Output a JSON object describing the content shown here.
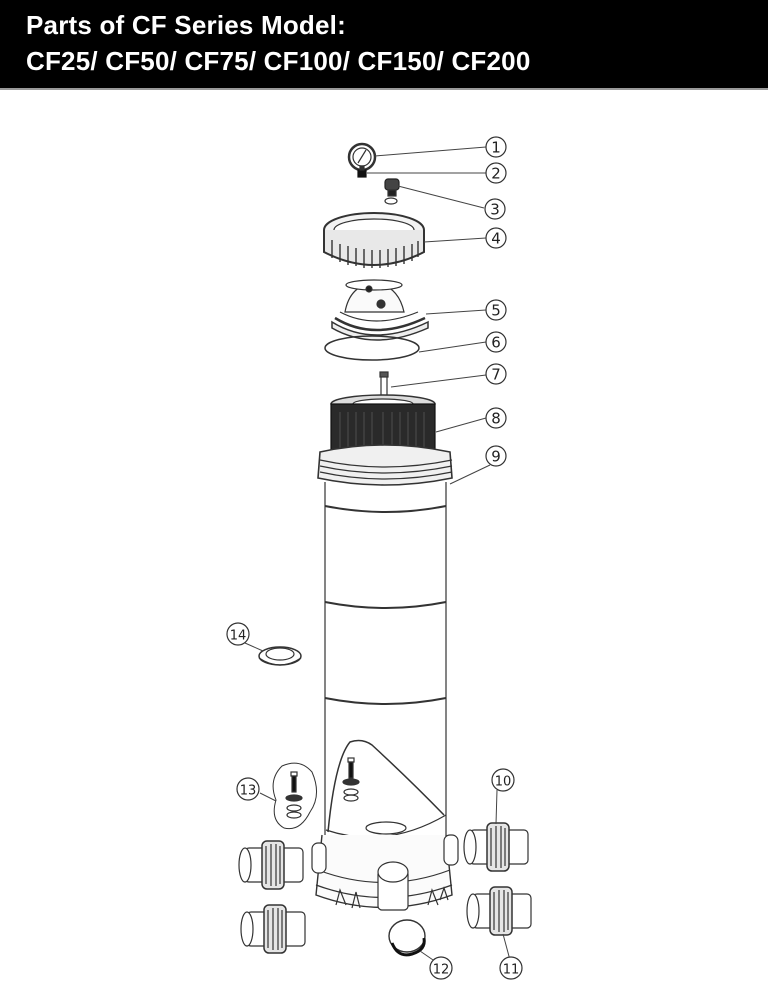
{
  "header": {
    "title_line1": "Parts of CF Series Model:",
    "title_line2": "CF25/ CF50/ CF75/ CF100/ CF150/ CF200",
    "background": "#000000",
    "text_color": "#ffffff"
  },
  "callouts": [
    {
      "id": "1",
      "label": "1",
      "part": "pressure-gauge"
    },
    {
      "id": "2",
      "label": "2",
      "part": "gauge-adapter"
    },
    {
      "id": "3",
      "label": "3",
      "part": "air-relief-valve"
    },
    {
      "id": "4",
      "label": "4",
      "part": "lock-ring"
    },
    {
      "id": "5",
      "label": "5",
      "part": "filter-lid"
    },
    {
      "id": "6",
      "label": "6",
      "part": "lid-o-ring"
    },
    {
      "id": "7",
      "label": "7",
      "part": "air-bleed-tube"
    },
    {
      "id": "8",
      "label": "8",
      "part": "filter-cartridge"
    },
    {
      "id": "9",
      "label": "9",
      "part": "filter-tank"
    },
    {
      "id": "10",
      "label": "10",
      "part": "union-connector-upper"
    },
    {
      "id": "11",
      "label": "11",
      "part": "union-connector-lower"
    },
    {
      "id": "12",
      "label": "12",
      "part": "port-plug"
    },
    {
      "id": "13",
      "label": "13",
      "part": "drain-valve-assembly"
    },
    {
      "id": "14",
      "label": "14",
      "part": "bulkhead-fitting"
    }
  ]
}
